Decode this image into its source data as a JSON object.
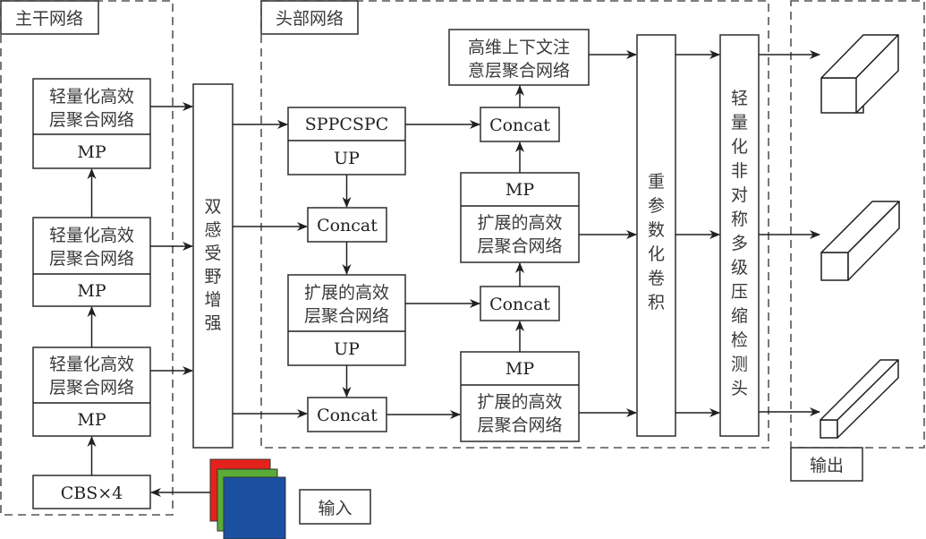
{
  "regions": {
    "backbone": {
      "label": "主干网络"
    },
    "head": {
      "label": "头部网络"
    },
    "output": {
      "label": "输出"
    }
  },
  "backbone": {
    "lehl_blocks": [
      {
        "line1": "轻量化高效",
        "line2": "层聚合网络",
        "sub": "MP"
      },
      {
        "line1": "轻量化高效",
        "line2": "层聚合网络",
        "sub": "MP"
      },
      {
        "line1": "轻量化高效",
        "line2": "层聚合网络",
        "sub": "MP"
      }
    ],
    "stem": "CBS×4"
  },
  "dual_rf": {
    "chars": [
      "双",
      "感",
      "受",
      "野",
      "增",
      "强"
    ]
  },
  "head": {
    "sppcspc": {
      "top": "SPPCSPC",
      "sub": "UP"
    },
    "concat_label": "Concat",
    "elan_up": {
      "line1": "扩展的高效",
      "line2": "层聚合网络",
      "sub": "UP"
    },
    "hca": {
      "line1": "高维上下文注",
      "line2": "意层聚合网络"
    },
    "elan_mp_top": {
      "top": "MP",
      "line1": "扩展的高效",
      "line2": "层聚合网络"
    },
    "elan_mp_bottom": {
      "top": "MP",
      "line1": "扩展的高效",
      "line2": "层聚合网络"
    },
    "reparam": {
      "chars": [
        "重",
        "参",
        "数",
        "化",
        "卷",
        "积"
      ]
    },
    "detect_head": {
      "chars": [
        "轻",
        "量",
        "化",
        "非",
        "对",
        "称",
        "多",
        "级",
        "压",
        "缩",
        "检",
        "测",
        "头"
      ]
    }
  },
  "input": {
    "label": "输入",
    "channel_colors": [
      "#e3231b",
      "#5aac36",
      "#1b4fa0"
    ]
  },
  "outputs": {
    "count": 3
  }
}
